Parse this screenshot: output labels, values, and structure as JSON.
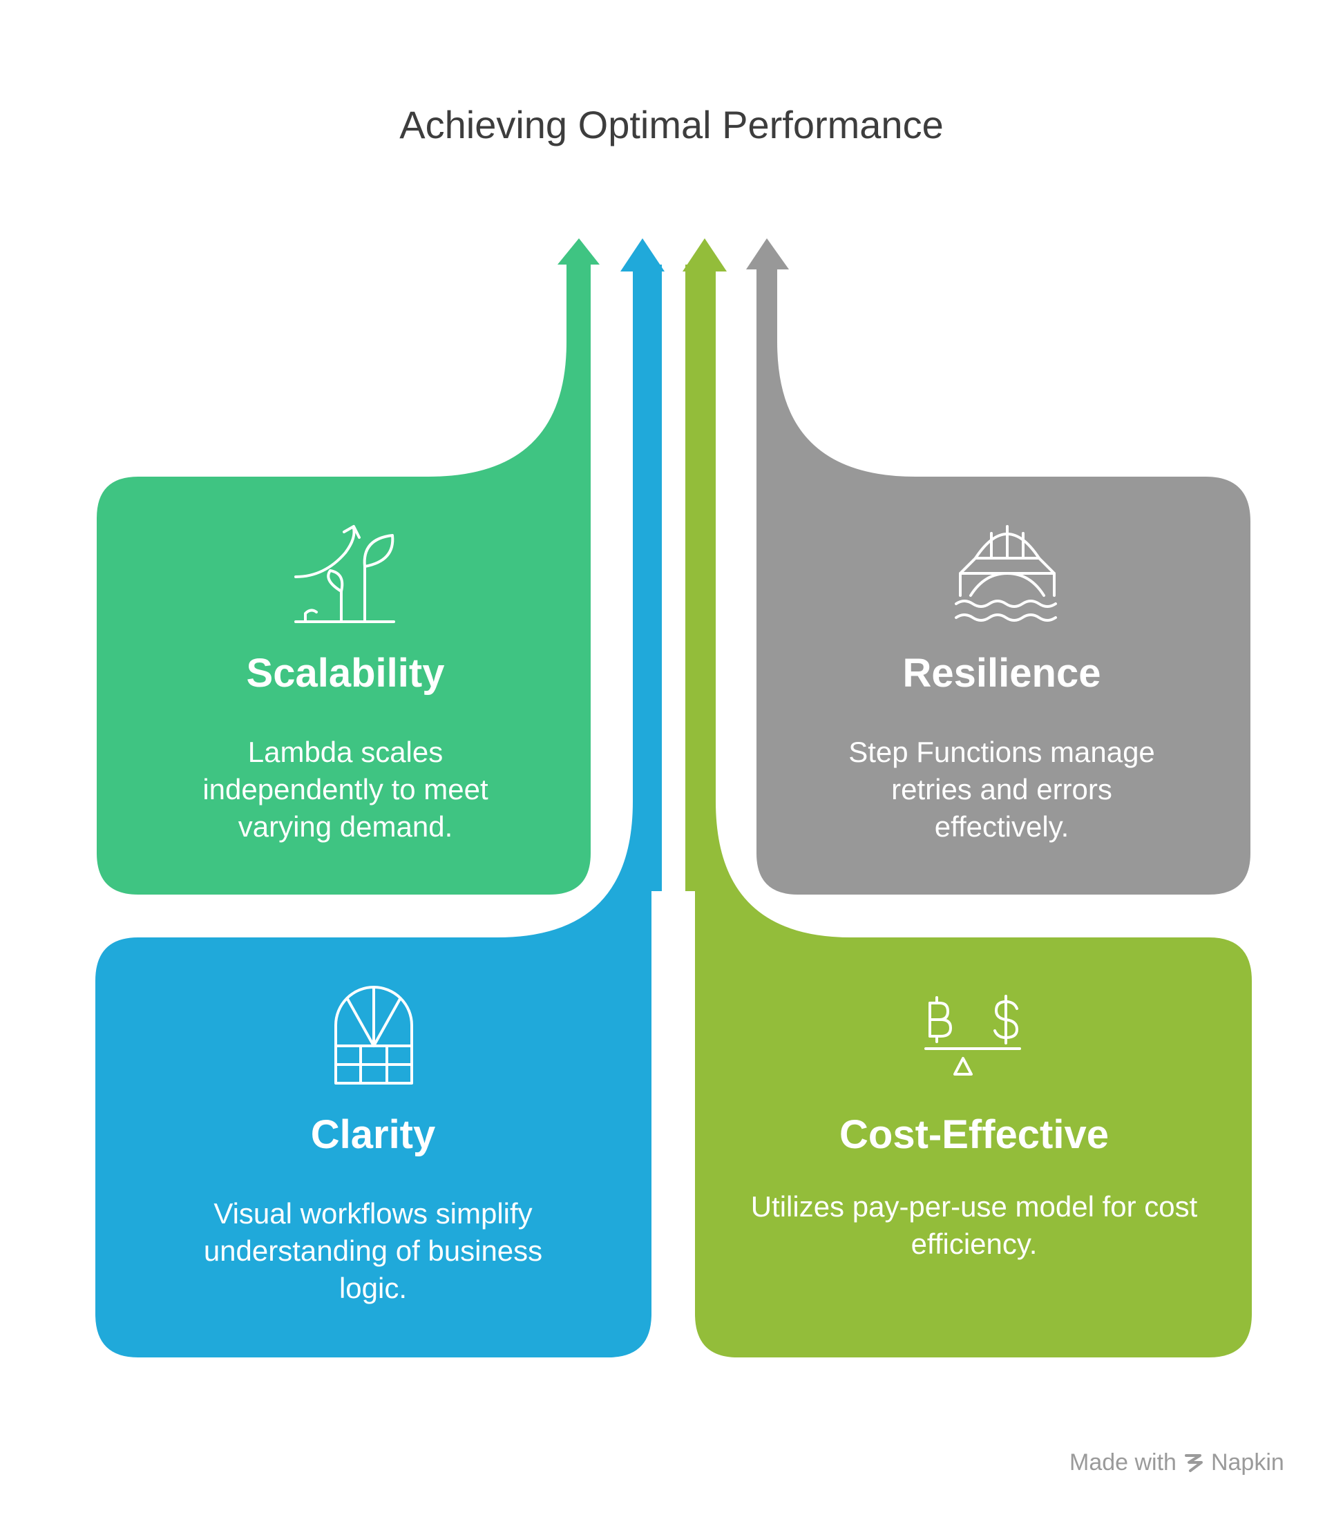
{
  "title": "Achieving Optimal Performance",
  "colors": {
    "green": "#3fc482",
    "blue": "#20a9da",
    "lime": "#93bd3a",
    "gray": "#989898"
  },
  "cards": [
    {
      "id": "scalability",
      "title": "Scalability",
      "description": "Lambda scales independently to meet varying demand.",
      "icon": "growth-plant-icon",
      "color": "#3fc482"
    },
    {
      "id": "resilience",
      "title": "Resilience",
      "description": "Step Functions manage retries and errors effectively.",
      "icon": "bridge-icon",
      "color": "#989898"
    },
    {
      "id": "clarity",
      "title": "Clarity",
      "description": "Visual workflows simplify understanding of business logic.",
      "icon": "arched-window-icon",
      "color": "#20a9da"
    },
    {
      "id": "cost-effective",
      "title": "Cost-Effective",
      "description": "Utilizes pay-per-use model for cost efficiency.",
      "icon": "currency-balance-icon",
      "color": "#93bd3a"
    }
  ],
  "watermark": {
    "made_with": "Made with",
    "brand": "Napkin"
  }
}
